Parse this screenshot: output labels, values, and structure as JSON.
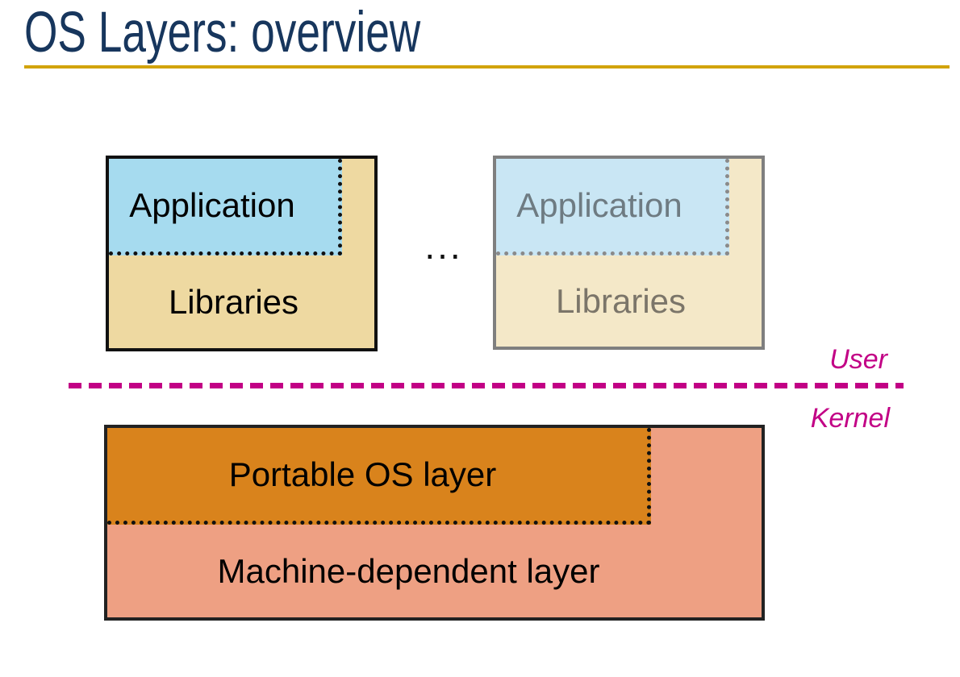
{
  "slide": {
    "title": "OS Layers: overview"
  },
  "diagram": {
    "process1": {
      "application_label": "Application",
      "libraries_label": "Libraries"
    },
    "process2": {
      "application_label": "Application",
      "libraries_label": "Libraries"
    },
    "ellipsis": "...",
    "boundary": {
      "user_label": "User",
      "kernel_label": "Kernel"
    },
    "kernel_box": {
      "portable_label": "Portable OS layer",
      "machine_label": "Machine-dependent layer"
    }
  },
  "colors": {
    "title_text": "#17365D",
    "title_rule": "#D2A30B",
    "box_border": "#111111",
    "libraries_fill": "#EED9A1",
    "application_fill": "#A6DBEF",
    "faded_border": "#7F7F7F",
    "faded_libraries_fill": "#F4E8C8",
    "faded_application_fill": "#C9E6F4",
    "faded_text": "#6E7B82",
    "boundary_magenta": "#C20085",
    "portable_os_fill": "#D9831C",
    "machine_dependent_fill": "#EEA083",
    "kernel_box_border": "#222222"
  }
}
